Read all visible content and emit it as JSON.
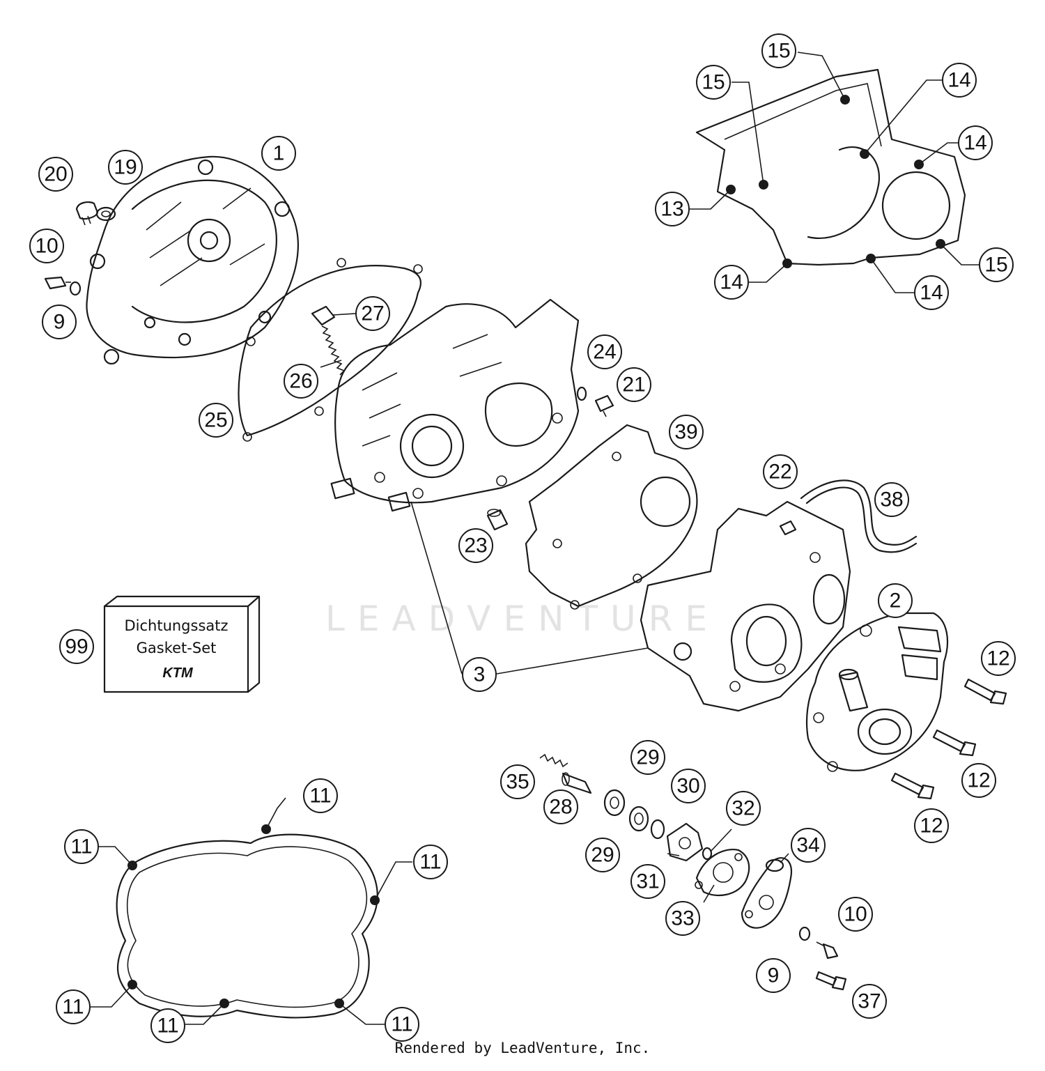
{
  "diagram": {
    "kit": {
      "line1": "Dichtungssatz",
      "line2": "Gasket-Set",
      "logo": "KTM"
    },
    "watermark": "LEADVENTURE",
    "credit": "Rendered by LeadVenture, Inc.",
    "callouts": [
      {
        "id": "c-1",
        "label": "1"
      },
      {
        "id": "c-2",
        "label": "2"
      },
      {
        "id": "c-3",
        "label": "3"
      },
      {
        "id": "c-9a",
        "label": "9"
      },
      {
        "id": "c-9b",
        "label": "9"
      },
      {
        "id": "c-10a",
        "label": "10"
      },
      {
        "id": "c-10b",
        "label": "10"
      },
      {
        "id": "c-11a",
        "label": "11"
      },
      {
        "id": "c-11b",
        "label": "11"
      },
      {
        "id": "c-11c",
        "label": "11"
      },
      {
        "id": "c-11d",
        "label": "11"
      },
      {
        "id": "c-11e",
        "label": "11"
      },
      {
        "id": "c-11f",
        "label": "11"
      },
      {
        "id": "c-12a",
        "label": "12"
      },
      {
        "id": "c-12b",
        "label": "12"
      },
      {
        "id": "c-12c",
        "label": "12"
      },
      {
        "id": "c-13",
        "label": "13"
      },
      {
        "id": "c-14a",
        "label": "14"
      },
      {
        "id": "c-14b",
        "label": "14"
      },
      {
        "id": "c-14c",
        "label": "14"
      },
      {
        "id": "c-14d",
        "label": "14"
      },
      {
        "id": "c-15a",
        "label": "15"
      },
      {
        "id": "c-15b",
        "label": "15"
      },
      {
        "id": "c-15c",
        "label": "15"
      },
      {
        "id": "c-19",
        "label": "19"
      },
      {
        "id": "c-20",
        "label": "20"
      },
      {
        "id": "c-21",
        "label": "21"
      },
      {
        "id": "c-22",
        "label": "22"
      },
      {
        "id": "c-23",
        "label": "23"
      },
      {
        "id": "c-24",
        "label": "24"
      },
      {
        "id": "c-25",
        "label": "25"
      },
      {
        "id": "c-26",
        "label": "26"
      },
      {
        "id": "c-27",
        "label": "27"
      },
      {
        "id": "c-28",
        "label": "28"
      },
      {
        "id": "c-29a",
        "label": "29"
      },
      {
        "id": "c-29b",
        "label": "29"
      },
      {
        "id": "c-30",
        "label": "30"
      },
      {
        "id": "c-31",
        "label": "31"
      },
      {
        "id": "c-32",
        "label": "32"
      },
      {
        "id": "c-33",
        "label": "33"
      },
      {
        "id": "c-34",
        "label": "34"
      },
      {
        "id": "c-35",
        "label": "35"
      },
      {
        "id": "c-37",
        "label": "37"
      },
      {
        "id": "c-38",
        "label": "38"
      },
      {
        "id": "c-39",
        "label": "39"
      },
      {
        "id": "c-99",
        "label": "99"
      }
    ]
  }
}
